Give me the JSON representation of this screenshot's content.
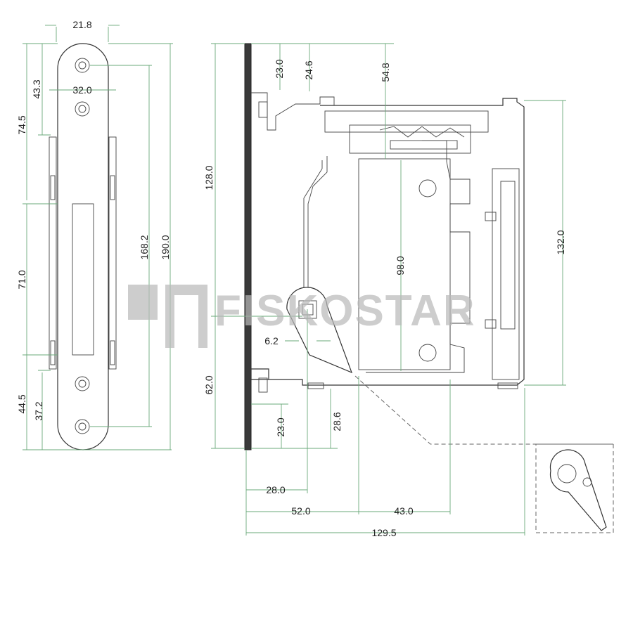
{
  "watermark": {
    "text": "FISKOSTAR"
  },
  "colors": {
    "dimension_line": "#6aa97a",
    "outline": "#333333",
    "watermark": "#b9b9b9",
    "background": "#ffffff"
  },
  "dimensions": {
    "faceplate_width": "21.8",
    "screw_spacing_width": "32.0",
    "top_to_upper_rebate": "43.3",
    "top_to_latch": "74.5",
    "latch_height": "71.0",
    "bottom_to_lower_rebate": "44.5",
    "bottom_screw": "37.2",
    "screw_span": "168.2",
    "faceplate_height": "190.0",
    "case_top_offset": "23.0",
    "follower_top": "24.6",
    "spindle_height": "54.8",
    "backset_top_height": "128.0",
    "case_depth": "132.0",
    "hub_span": "98.0",
    "hub_offset": "6.2",
    "backset_bottom_height": "62.0",
    "bottom_offset": "23.0",
    "bottom_height": "28.6",
    "backset": "28.0",
    "distance_52": "52.0",
    "distance_43": "43.0",
    "overall_depth": "129.5"
  }
}
